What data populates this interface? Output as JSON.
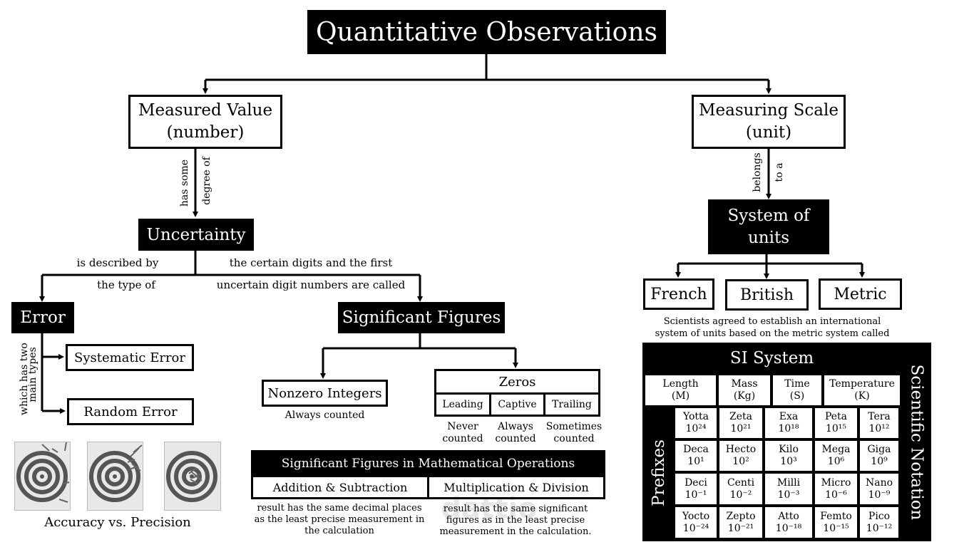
{
  "title": "Quantitative Observations",
  "measured_value": "Measured Value\n(number)",
  "measuring_scale": "Measuring Scale\n(unit)",
  "has_some_degree_of": [
    "has some",
    "degree of"
  ],
  "belongs_to_a": [
    "belongs",
    "to a"
  ],
  "uncertainty": "Uncertainty",
  "system_of_units": "System of\nunits",
  "is_described_by": "is described by",
  "the_type_of": "the type of",
  "certain_digits": "the certain digits and the first",
  "uncertain_digit": "uncertain digit numbers are called",
  "error": "Error",
  "which_has_two": [
    "which has two",
    "main types"
  ],
  "systematic_error": "Systematic Error",
  "random_error": "Random Error",
  "accuracy_precision": "Accuracy vs. Precision",
  "significant_figures": "Significant Figures",
  "nonzero_integers": "Nonzero Integers",
  "always_counted": "Always counted",
  "zeros": {
    "title": "Zeros",
    "columns": [
      "Leading",
      "Captive",
      "Trailing"
    ],
    "notes": [
      "Never\ncounted",
      "Always\ncounted",
      "Sometimes\ncounted"
    ]
  },
  "sig_ops": {
    "title": "Significant Figures in Mathematical Operations",
    "columns": [
      "Addition & Subtraction",
      "Multiplication & Division"
    ],
    "notes": [
      "result has the same decimal places\nas the least precise measurement in\nthe calculation",
      "result has the same significant\nfigures as in the least precise\nmeasurement in the calculation."
    ]
  },
  "systems": [
    "French",
    "British",
    "Metric"
  ],
  "scientists_note": "Scientists agreed to establish an international\nsystem of units based on the metric system called",
  "si": {
    "title": "SI System",
    "base_units": [
      "Length\n(M)",
      "Mass\n(Kg)",
      "Time\n(S)",
      "Temperature\n(K)"
    ],
    "prefixes_label": "Prefixes",
    "notation_label": "Scientific Notation",
    "prefixes": [
      [
        [
          "Yotta",
          "10²⁴"
        ],
        [
          "Zeta",
          "10²¹"
        ],
        [
          "Exa",
          "10¹⁸"
        ],
        [
          "Peta",
          "10¹⁵"
        ],
        [
          "Tera",
          "10¹²"
        ]
      ],
      [
        [
          "Deca",
          "10¹"
        ],
        [
          "Hecto",
          "10²"
        ],
        [
          "Kilo",
          "10³"
        ],
        [
          "Mega",
          "10⁶"
        ],
        [
          "Giga",
          "10⁹"
        ]
      ],
      [
        [
          "Deci",
          "10⁻¹"
        ],
        [
          "Centi",
          "10⁻²"
        ],
        [
          "Milli",
          "10⁻³"
        ],
        [
          "Micro",
          "10⁻⁶"
        ],
        [
          "Nano",
          "10⁻⁹"
        ]
      ],
      [
        [
          "Yocto",
          "10⁻²⁴"
        ],
        [
          "Zepto",
          "10⁻²¹"
        ],
        [
          "Atto",
          "10⁻¹⁸"
        ],
        [
          "Femto",
          "10⁻¹⁵"
        ],
        [
          "Pico",
          "10⁻¹²"
        ]
      ]
    ]
  },
  "watermark": "dattio"
}
